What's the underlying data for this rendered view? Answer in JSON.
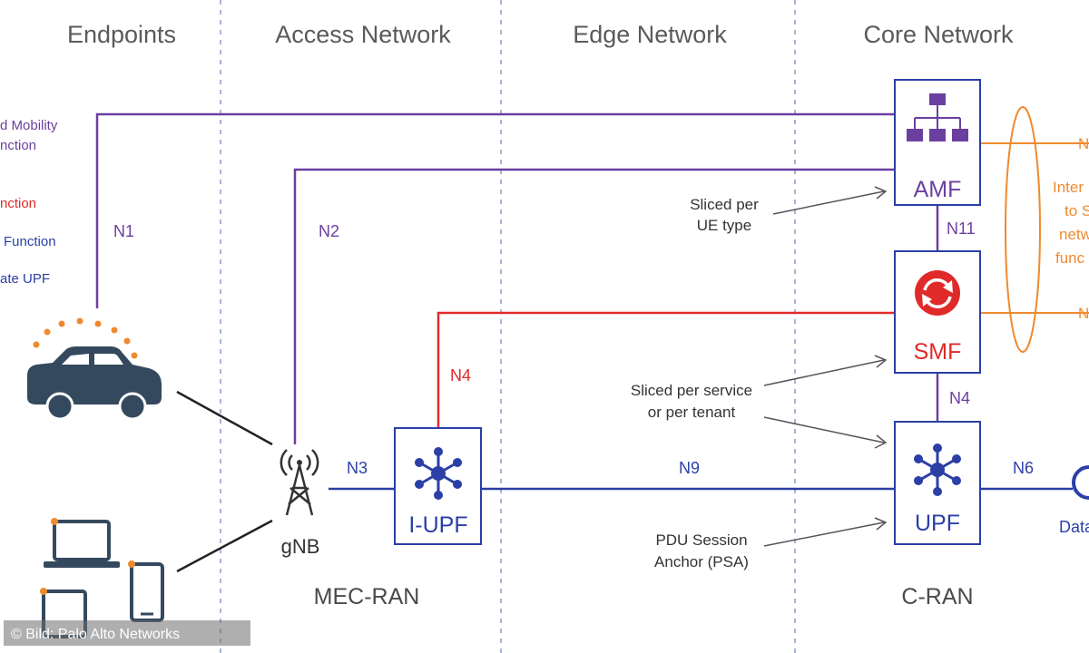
{
  "columns": {
    "endpoints": "Endpoints",
    "access": "Access Network",
    "edge": "Edge Network",
    "core": "Core Network"
  },
  "legend": {
    "amf_line1": "d Mobility",
    "amf_line2": "nction",
    "smf": "nction",
    "upf": "Function",
    "iupf": "ate UPF"
  },
  "links": {
    "n1": "N1",
    "n2": "N2",
    "n3": "N3",
    "n4_edge": "N4",
    "n4_core": "N4",
    "n9": "N9",
    "n11": "N11",
    "n6": "N6",
    "n_top": "N",
    "n_bottom": "N"
  },
  "functions": {
    "amf": "AMF",
    "smf": "SMF",
    "upf": "UPF",
    "iupf": "I-UPF",
    "gnb": "gNB"
  },
  "notes": {
    "amf_line1": "Sliced per",
    "amf_line2": "UE type",
    "smf_line1": "Sliced per service",
    "smf_line2": "or per tenant",
    "upf_line1": "PDU Session",
    "upf_line2": "Anchor (PSA)"
  },
  "interface_text": [
    "Inter",
    "to S",
    "netw",
    "func"
  ],
  "sites": {
    "mec": "MEC-RAN",
    "cran": "C-RAN"
  },
  "data_network": "Data",
  "credit": "© Bild: Palo Alto Networks",
  "colors": {
    "purple": "#6b3fa0",
    "red": "#e02a2a",
    "blue": "#2b3fa6",
    "orange": "#f08a2e",
    "navy": "#34495e"
  }
}
